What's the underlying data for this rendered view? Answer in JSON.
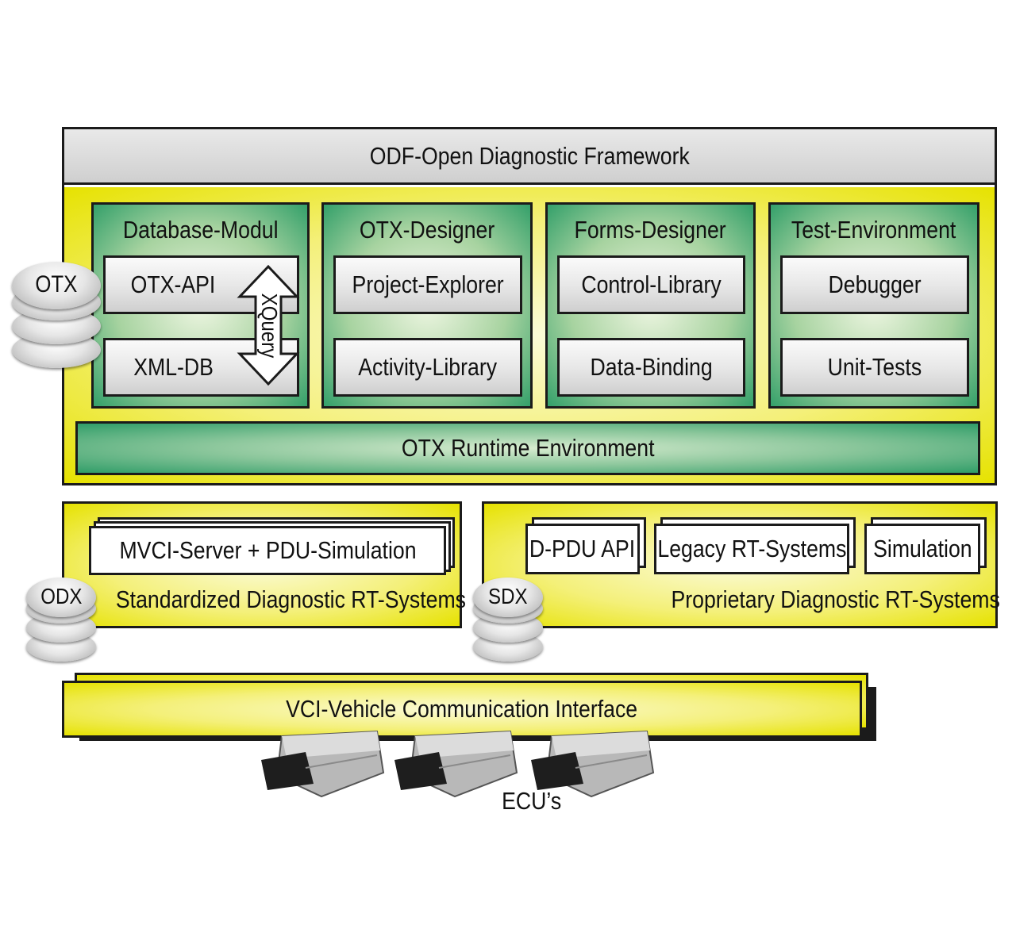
{
  "framework": {
    "title": "ODF-Open Diagnostic Framework"
  },
  "modules": [
    {
      "title": "Database-Modul",
      "items": [
        "OTX-API",
        "XML-DB"
      ],
      "connector": "XQuery"
    },
    {
      "title": "OTX-Designer",
      "items": [
        "Project-Explorer",
        "Activity-Library"
      ]
    },
    {
      "title": "Forms-Designer",
      "items": [
        "Control-Library",
        "Data-Binding"
      ]
    },
    {
      "title": "Test-Environment",
      "items": [
        "Debugger",
        "Unit-Tests"
      ]
    }
  ],
  "runtime": {
    "label": "OTX Runtime Environment"
  },
  "databases": {
    "otx": "OTX",
    "odx": "ODX",
    "sdx": "SDX"
  },
  "standardized": {
    "box": "MVCI-Server + PDU-Simulation",
    "label": "Standardized Diagnostic RT-Systems"
  },
  "proprietary": {
    "boxes": [
      "D-PDU API",
      "Legacy RT-Systems",
      "Simulation"
    ],
    "label": "Proprietary Diagnostic RT-Systems"
  },
  "vci": {
    "label": "VCI-Vehicle Communication Interface"
  },
  "ecus": {
    "label": "ECU’s",
    "count": 3
  },
  "colors": {
    "yellow": "#f4f07a",
    "green": "#34a06a",
    "gray": "#d0d0d0",
    "border": "#1b1b1b"
  }
}
